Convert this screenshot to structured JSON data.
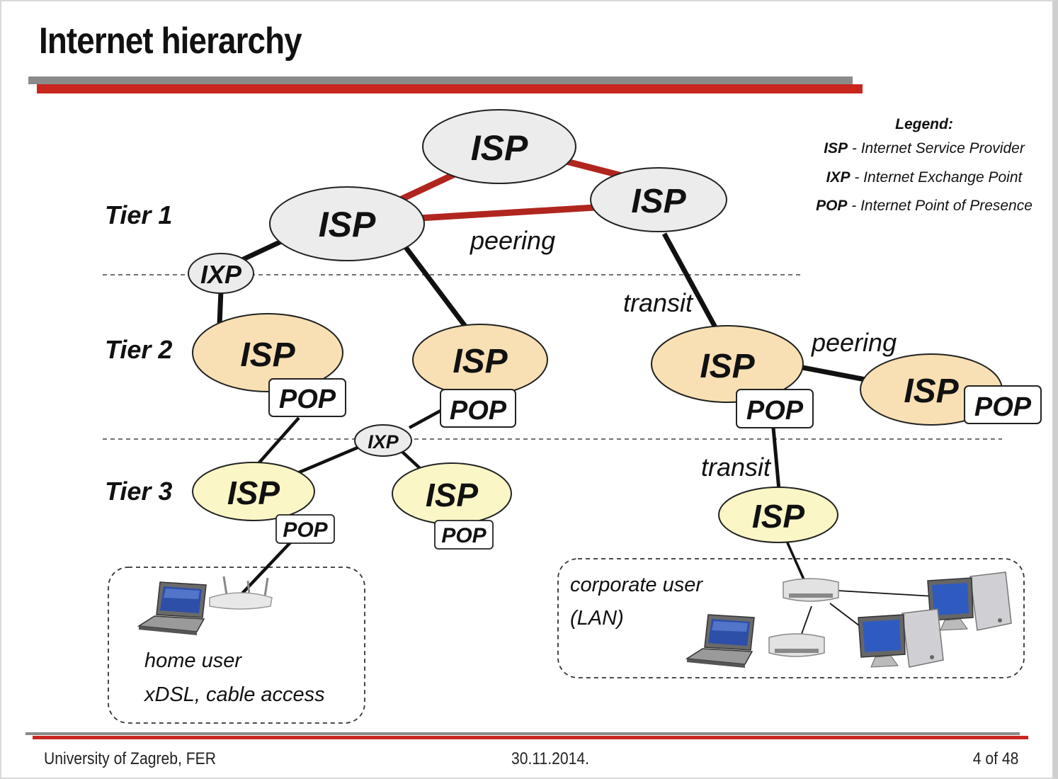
{
  "slide": {
    "title": "Internet hierarchy",
    "footer": {
      "institution": "University of Zagreb, FER",
      "date": "30.11.2014.",
      "page": "4 of 48"
    }
  },
  "legend": {
    "heading": "Legend:",
    "entries": [
      {
        "abbr": "ISP",
        "text": " - Internet Service Provider"
      },
      {
        "abbr": "IXP",
        "text": " - Internet Exchange Point"
      },
      {
        "abbr": "POP",
        "text": " - Internet Point of Presence"
      }
    ]
  },
  "tiers": {
    "tier1": "Tier 1",
    "tier2": "Tier 2",
    "tier3": "Tier 3"
  },
  "nodes": {
    "isp": "ISP",
    "pop": "POP",
    "ixp": "IXP"
  },
  "links": {
    "peering": "peering",
    "transit": "transit"
  },
  "users": {
    "home_line1": "home user",
    "home_line2": "xDSL, cable access",
    "corporate_line1": "corporate user",
    "corporate_line2": "(LAN)"
  },
  "colors": {
    "tier1_fill": "#ececec",
    "tier2_fill": "#f8e0b4",
    "tier3_fill": "#fbf6c6",
    "peering_link": "#b0261f",
    "accent_red": "#c8261f",
    "accent_gray": "#8a8a8a"
  }
}
